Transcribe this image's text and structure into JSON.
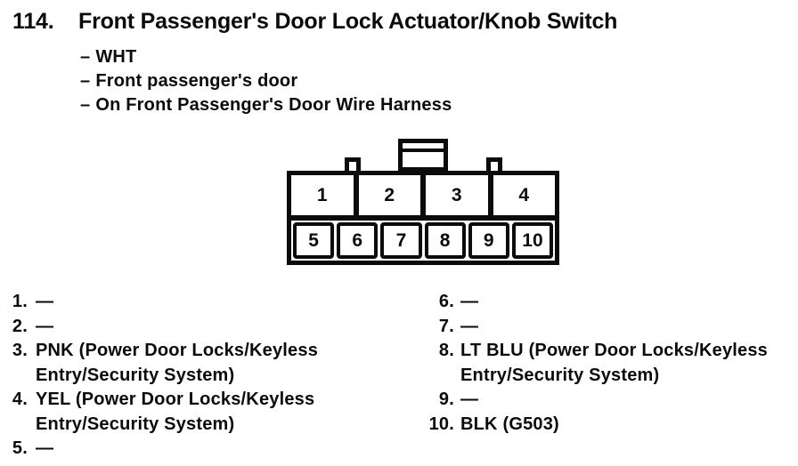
{
  "colors": {
    "paper": "#ffffff",
    "ink": "#0b0b0b"
  },
  "header": {
    "item_number": "114.",
    "title": "Front Passenger's Door Lock Actuator/Knob Switch"
  },
  "details": {
    "dash": "–",
    "items": [
      "WHT",
      "Front passenger's door",
      "On Front Passenger's Door Wire Harness"
    ]
  },
  "connector": {
    "top_row": [
      "1",
      "2",
      "3",
      "4"
    ],
    "bottom_row": [
      "5",
      "6",
      "7",
      "8",
      "9",
      "10"
    ]
  },
  "pin_list": {
    "left": [
      {
        "num": "1.",
        "lines": [
          "—"
        ]
      },
      {
        "num": "2.",
        "lines": [
          "—"
        ]
      },
      {
        "num": "3.",
        "lines": [
          "PNK (Power Door Locks/Keyless",
          "Entry/Security System)"
        ]
      },
      {
        "num": "4.",
        "lines": [
          "YEL (Power Door Locks/Keyless",
          "Entry/Security System)"
        ]
      },
      {
        "num": "5.",
        "lines": [
          "—"
        ]
      }
    ],
    "right": [
      {
        "num": "6.",
        "lines": [
          "—"
        ]
      },
      {
        "num": "7.",
        "lines": [
          "—"
        ]
      },
      {
        "num": "8.",
        "lines": [
          "LT BLU (Power Door Locks/Keyless",
          "Entry/Security System)"
        ]
      },
      {
        "num": "9.",
        "lines": [
          "—"
        ]
      },
      {
        "num": "10.",
        "lines": [
          "BLK (G503)"
        ]
      }
    ]
  }
}
